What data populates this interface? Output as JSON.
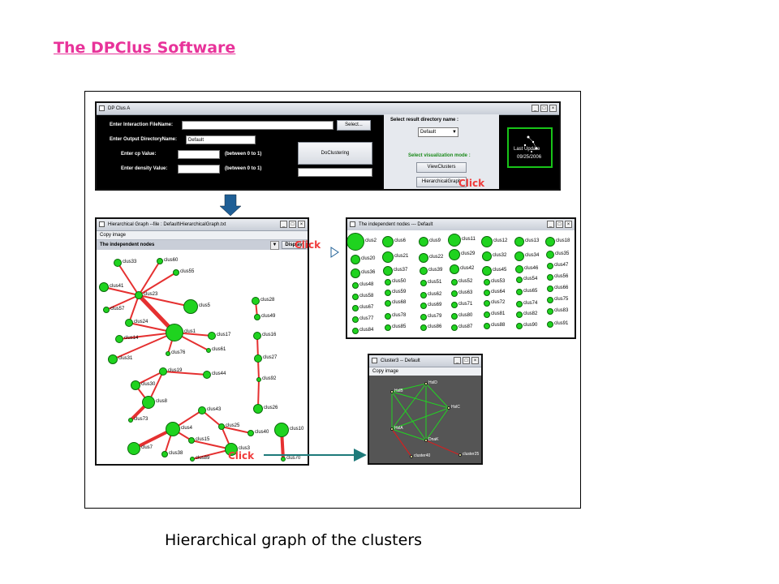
{
  "slide": {
    "title": "The DPClus Software",
    "caption": "Hierarchical graph of the clusters"
  },
  "click_label": "Click",
  "colors": {
    "title": "#e8339a",
    "click": "#f03c3c",
    "node": "#1fd31f",
    "edge": "#e53030",
    "arrow": "#1e7a7a"
  },
  "main_window": {
    "title": "DP Clus A",
    "interaction_label": "Enter Interaction FileName:",
    "select_button": "Select...",
    "output_label": "Enter Output DirectoryName:",
    "output_value": "Default",
    "cp_label": "Enter cp Value:",
    "cp_hint": "(between 0 to 1)",
    "density_label": "Enter density Value:",
    "density_hint": "(between 0 to 1)",
    "cluster_button": "DoClustering",
    "result_dir_label": "Select result directory name :",
    "result_dir_value": "Default",
    "vis_mode_label": "Select visualization mode :",
    "view_button": "ViewClusters",
    "hier_button": "HierarchicalGraph",
    "logo_line1": "Last Update",
    "logo_line2": "09/25/2006"
  },
  "hier_window": {
    "title": "Hierarchical Graph  --file : Default\\HierarchicalGraph.txt",
    "menu": "Copy image",
    "dropdown": "The independent nodes",
    "display_button": "Display",
    "nodes": [
      "clus33",
      "clus60",
      "clus55",
      "clus41",
      "clus23",
      "clus5",
      "clus57",
      "clus24",
      "clus1",
      "clus17",
      "clus14",
      "clus76",
      "clus61",
      "clus31",
      "clus19",
      "clus44",
      "clus30",
      "clus8",
      "clus73",
      "clus43",
      "clus4",
      "clus25",
      "clus40",
      "clus15",
      "clus7",
      "clus38",
      "clus89",
      "clus3",
      "clus28",
      "clus49",
      "clus16",
      "clus27",
      "clus92",
      "clus26",
      "clus10",
      "clus70"
    ]
  },
  "indep_window": {
    "title": "The independent nodes  --- Default",
    "nodes": [
      "clus2",
      "clus6",
      "clus9",
      "clus11",
      "clus12",
      "clus13",
      "clus18",
      "clus20",
      "clus21",
      "clus22",
      "clus29",
      "clus32",
      "clus34",
      "clus35",
      "clus36",
      "clus37",
      "clus39",
      "clus42",
      "clus45",
      "clus46",
      "clus47",
      "clus48",
      "clus50",
      "clus51",
      "clus52",
      "clus53",
      "clus54",
      "clus56",
      "clus58",
      "clus59",
      "clus62",
      "clus63",
      "clus64",
      "clus65",
      "clus66",
      "clus67",
      "clus68",
      "clus69",
      "clus71",
      "clus72",
      "clus74",
      "clus75",
      "clus77",
      "clus78",
      "clus79",
      "clus80",
      "clus81",
      "clus82",
      "clus83",
      "clus84",
      "clus85",
      "clus86",
      "clus87",
      "clus88",
      "clus90",
      "clus91"
    ]
  },
  "cluster_window": {
    "title": "Cluster3 -- Default",
    "menu": "Copy image",
    "nodes": [
      "HslD",
      "HslB",
      "HslC",
      "HslA",
      "DnaK",
      "cluster25",
      "cluster40"
    ]
  }
}
